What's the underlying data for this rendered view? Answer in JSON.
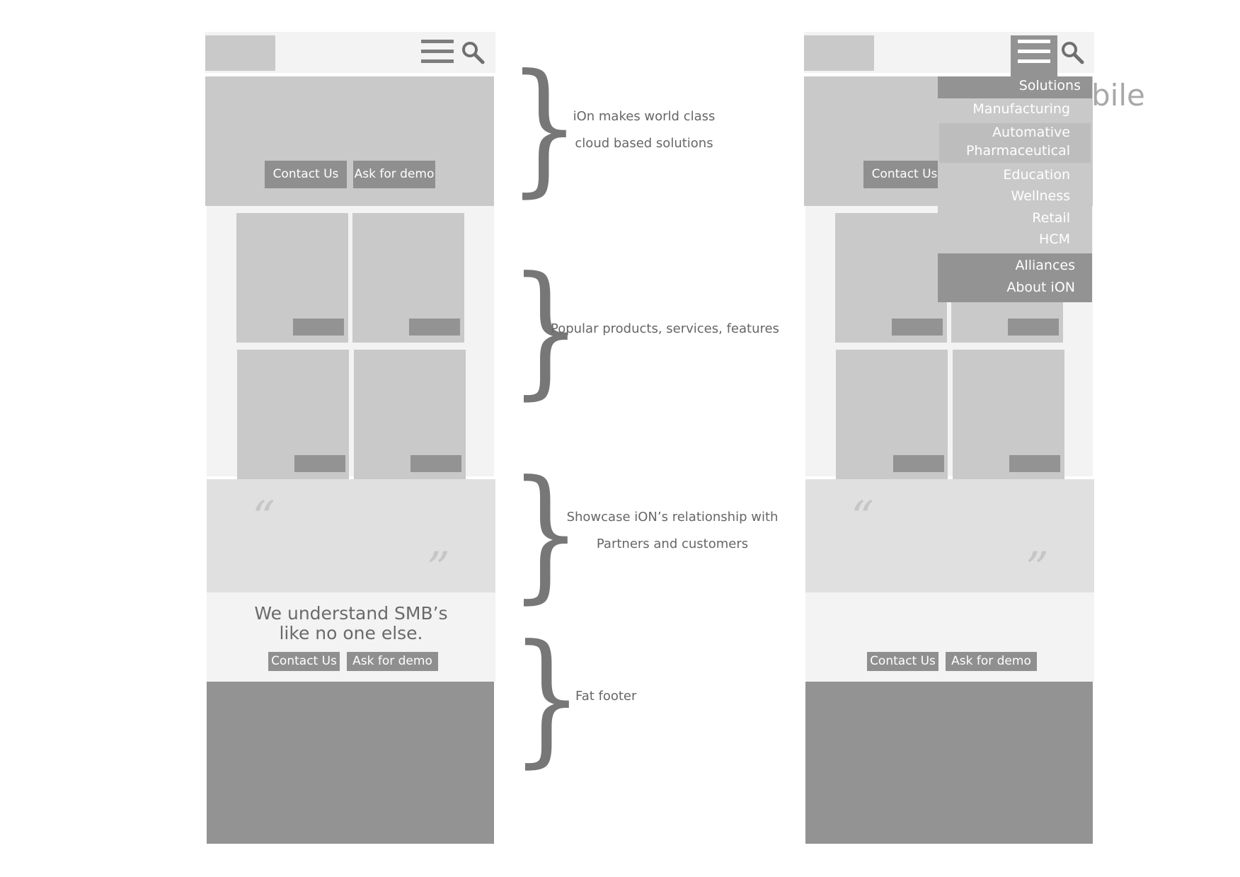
{
  "left_wireframe": {
    "hero": {
      "contact_label": "Contact Us",
      "demo_label": "Ask for demo"
    },
    "quote": {
      "open_mark": "“",
      "close_mark": "”"
    },
    "cta": {
      "headline_line1": "We understand SMB’s",
      "headline_line2": "like no one else.",
      "contact_label": "Contact Us",
      "demo_label": "Ask for demo"
    }
  },
  "annotations": {
    "hero_line1": "iOn makes world class",
    "hero_line2": "cloud based solutions",
    "products": "Popular products, services, features",
    "showcase_line1": "Showcase iON’s relationship with",
    "showcase_line2": "Partners and customers",
    "footer": "Fat footer"
  },
  "right_wireframe": {
    "hero": {
      "contact_label": "Contact Us"
    },
    "quote": {
      "open_mark": "“",
      "close_mark": "”"
    },
    "cta": {
      "contact_label": "Contact Us",
      "demo_label": "Ask for demo"
    },
    "partial_label": "bile",
    "menu": {
      "header": "Solutions",
      "items": [
        "Manufacturing",
        "Automative",
        "Pharmaceutical",
        "Education",
        "Wellness",
        "Retail",
        "HCM"
      ],
      "footer_items": [
        "Alliances",
        "About iON"
      ]
    }
  },
  "colors": {
    "dark_block": "#939393",
    "mid_block": "#c9c9c9",
    "light_bg": "#f3f3f3",
    "quote_bg": "#e0e0e0"
  }
}
